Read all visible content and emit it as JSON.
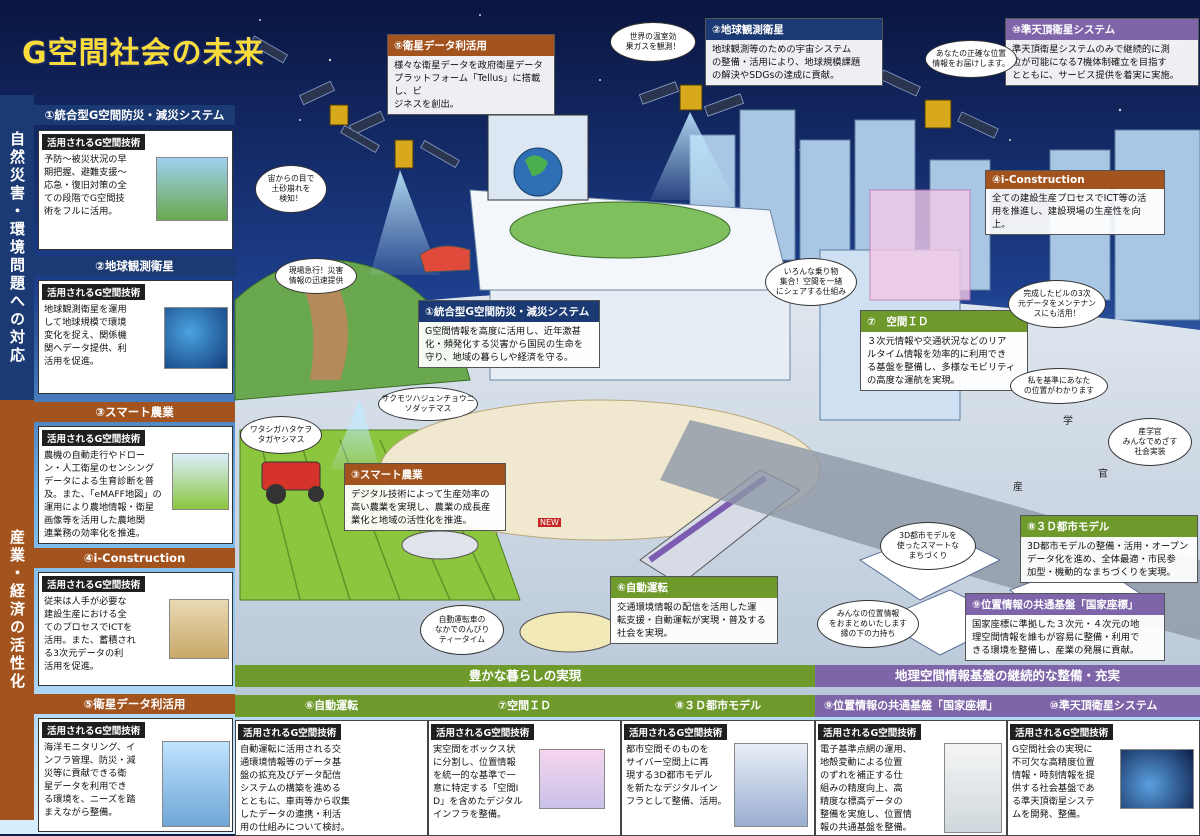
{
  "title": "G空間社会の未来",
  "colors": {
    "navy": "#1b3a73",
    "brown": "#a3531d",
    "green": "#6e9a2c",
    "purple": "#7e64a8",
    "yellow": "#f7dc3b"
  },
  "left": {
    "band_top": "自然災害・環境問題への対応",
    "band_bottom": "産業・経済の活性化",
    "sections": [
      {
        "head": "①統合型G空間防災・減災システム",
        "label": "活用されるG空間技術",
        "text": "予防〜被災状況の早\n期把握、避難支援〜\n応急・復旧対策の全\nての段階でG空間技\n術をフルに活用。"
      },
      {
        "head": "②地球観測衛星",
        "label": "活用されるG空間技術",
        "text": "地球観測衛星を運用\nして地球規模で環境\n変化を捉え、関係機\n関へデータ提供、利\n活用を促進。"
      },
      {
        "head": "③スマート農業",
        "label": "活用されるG空間技術",
        "text": "農機の自動走行やドロー\nン・人工衛星のセンシング\nデータによる生育診断を普\n及。また、「eMAFF地図」の\n運用により農地情報・衛星\n画像等を活用した農地関\n連業務の効率化を推進。"
      },
      {
        "head": "④i-Construction",
        "label": "活用されるG空間技術",
        "text": "従来は人手が必要な\n建設生産における全\nてのプロセスでICTを\n活用。また、蓄積され\nる3次元データの利\n活用を促進。"
      },
      {
        "head": "⑤衛星データ利活用",
        "label": "活用されるG空間技術",
        "text": "海洋モニタリング、イ\nンフラ管理、防災・減\n災等に貢献できる衛\n星データを利用でき\nる環境を、ニーズを踏\nまえながら整備。"
      }
    ]
  },
  "scene": {
    "sat_data": {
      "head": "⑤衛星データ利活用",
      "text": "様々な衛星データを政府衛星データ\nプラットフォーム「Tellus」に搭載し、ビ\nジネスを創出。"
    },
    "earth_obs": {
      "head": "②地球観測衛星",
      "text": "地球観測等のための宇宙システム\nの整備・活用により、地球規模課題\nの解決やSDGsの達成に貢献。"
    },
    "qzss": {
      "head": "⑩準天頂衛星システム",
      "text": "準天頂衛星システムのみで継続的に測\n位が可能になる7機体制確立を目指す\nとともに、サービス提供を着実に実施。"
    },
    "iconst": {
      "head": "④i-Construction",
      "text": "全ての建設生産プロセスでICT等の活\n用を推進し、建設現場の生産性を向上。"
    },
    "disaster": {
      "head": "①統合型G空間防災・減災システム",
      "text": "G空間情報を高度に活用し、近年激甚\n化・頻発化する災害から国民の生命を\n守り、地域の暮らしや経済を守る。"
    },
    "space_id": {
      "head": "⑦　空間ＩＤ",
      "text": "３次元情報や交通状況などのリア\nルタイム情報を効率的に利用でき\nる基盤を整備し、多様なモビリティ\nの高度な運航を実現。"
    },
    "farm": {
      "head": "③スマート農業",
      "text": "デジタル技術によって生産効率の\n高い農業を実現し、農業の成長産\n業化と地域の活性化を推進。"
    },
    "auto": {
      "head": "⑥自動運転",
      "text": "交通環境情報の配信を活用した運\n転支援・自動運転が実現・普及する\n社会を実現。"
    },
    "city3d": {
      "head": "⑧３Ｄ都市モデル",
      "text": "3D都市モデルの整備・活用・オープン\nデータ化を進め、全体最適・市民参\n加型・機動的なまちづくりを実現。"
    },
    "base_reg": {
      "head": "⑨位置情報の共通基盤「国家座標」",
      "text": "国家座標に準拠した３次元・４次元の地\n理空間情報を誰もが容易に整備・利用で\nきる環境を整備し、産業の発展に貢献。"
    },
    "bubbles": {
      "b1": "世界の温室効\n果ガスを観測！",
      "b2": "あなたの正確な位置\n情報をお届けします。",
      "b3": "宙からの目で\n土砂崩れを\n検知！",
      "b4": "現場急行！災害\n情報の迅速提供",
      "b5": "いろんな乗り物\n集合！空間を一緒\nにシェアする仕組み",
      "b6": "完成したビルの3次\n元データをメンテナン\nスにも活用！",
      "b7": "私を基準にあなた\nの位置がわかります",
      "b8": "サクモツハジュンチョウニ\nソダッテマス",
      "b9": "ワタシガハタケヲ\nタガヤシマス",
      "b10": "産学官\nみんなでめざす\n社会実装",
      "b11": "3D都市モデルを\n使ったスマートな\nまちづくり",
      "b12": "自動運転車の\nなかでのんびり\nティータイム",
      "b13": "みんなの位置情報\nをおまとめいたします\n縁の下の力持ち"
    },
    "sign_words": [
      "学",
      "官",
      "産",
      "NEW"
    ]
  },
  "bottom": {
    "band_green": "豊かな暮らしの実現",
    "band_purple": "地理空間情報基盤の継続的な整備・充実",
    "cells": [
      {
        "head": "⑤衛星データ利活用",
        "label": "活用されるG空間技術",
        "text": "海洋モニタリング、イ\nンフラ管理、防災・減\n災等に貢献できる衛\n星データを利用でき\nる環境を、ニーズを踏\nまえながら整備。"
      },
      {
        "head": "⑥自動運転",
        "label": "活用されるG空間技術",
        "text": "自動運転に活用される交\n通環境情報等のデータ基\n盤の拡充及びデータ配信\nシステムの構築を進める\nとともに、車両等から収集\nしたデータの連携・利活\n用の仕組みについて検討。"
      },
      {
        "head": "⑦空間ＩＤ",
        "label": "活用されるG空間技術",
        "text": "実空間をボックス状\nに分割し、位置情報\nを統一的な基準で一\n意に特定する「空間I\nD」を含めたデジタル\nインフラを整備。"
      },
      {
        "head": "⑧３Ｄ都市モデル",
        "label": "活用されるG空間技術",
        "text": "都市空間そのものを\nサイバー空間上に再\n現する3D都市モデル\nを新たなデジタルイン\nフラとして整備、活用。"
      },
      {
        "head": "⑨位置情報の共通基盤「国家座標」",
        "label": "活用されるG空間技術",
        "text": "電子基準点網の運用、\n地殻変動による位置\nのずれを補正する仕\n組みの精度向上、高\n精度な標高データの\n整備を実施し、位置情\n報の共通基盤を整備。"
      },
      {
        "head": "⑩準天頂衛星システム",
        "label": "活用されるG空間技術",
        "text": "G空間社会の実現に\n不可欠な高精度位置\n情報・時刻情報を提\n供する社会基盤であ\nる準天頂衛星システ\nムを開発、整備。"
      }
    ]
  }
}
